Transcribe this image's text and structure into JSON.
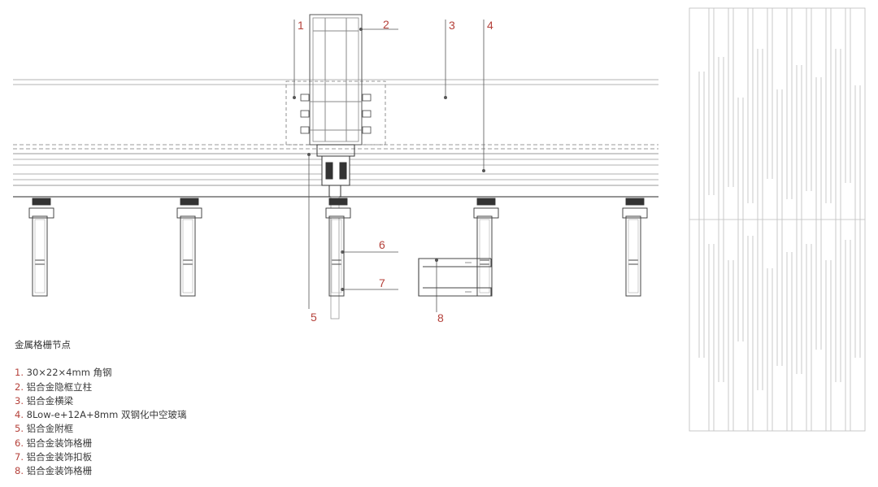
{
  "colors": {
    "line": "#555555",
    "thin_line": "#9a9a9a",
    "callout": "#b5413a",
    "text": "#333333",
    "panel_line": "#bdbdbd"
  },
  "callouts": [
    "1",
    "2",
    "3",
    "4",
    "5",
    "6",
    "7",
    "8"
  ],
  "legend": {
    "title": "金属格栅节点",
    "items": [
      {
        "num": "1.",
        "text": "30×22×4mm 角钢"
      },
      {
        "num": "2.",
        "text": "铝合金隐框立柱"
      },
      {
        "num": "3.",
        "text": "铝合金横梁"
      },
      {
        "num": "4.",
        "text": "8Low-e+12A+8mm 双钢化中空玻璃"
      },
      {
        "num": "5.",
        "text": "铝合金附框"
      },
      {
        "num": "6.",
        "text": "铝合金装饰格栅"
      },
      {
        "num": "7.",
        "text": "铝合金装饰扣板"
      },
      {
        "num": "8.",
        "text": "铝合金装饰格栅"
      }
    ]
  }
}
